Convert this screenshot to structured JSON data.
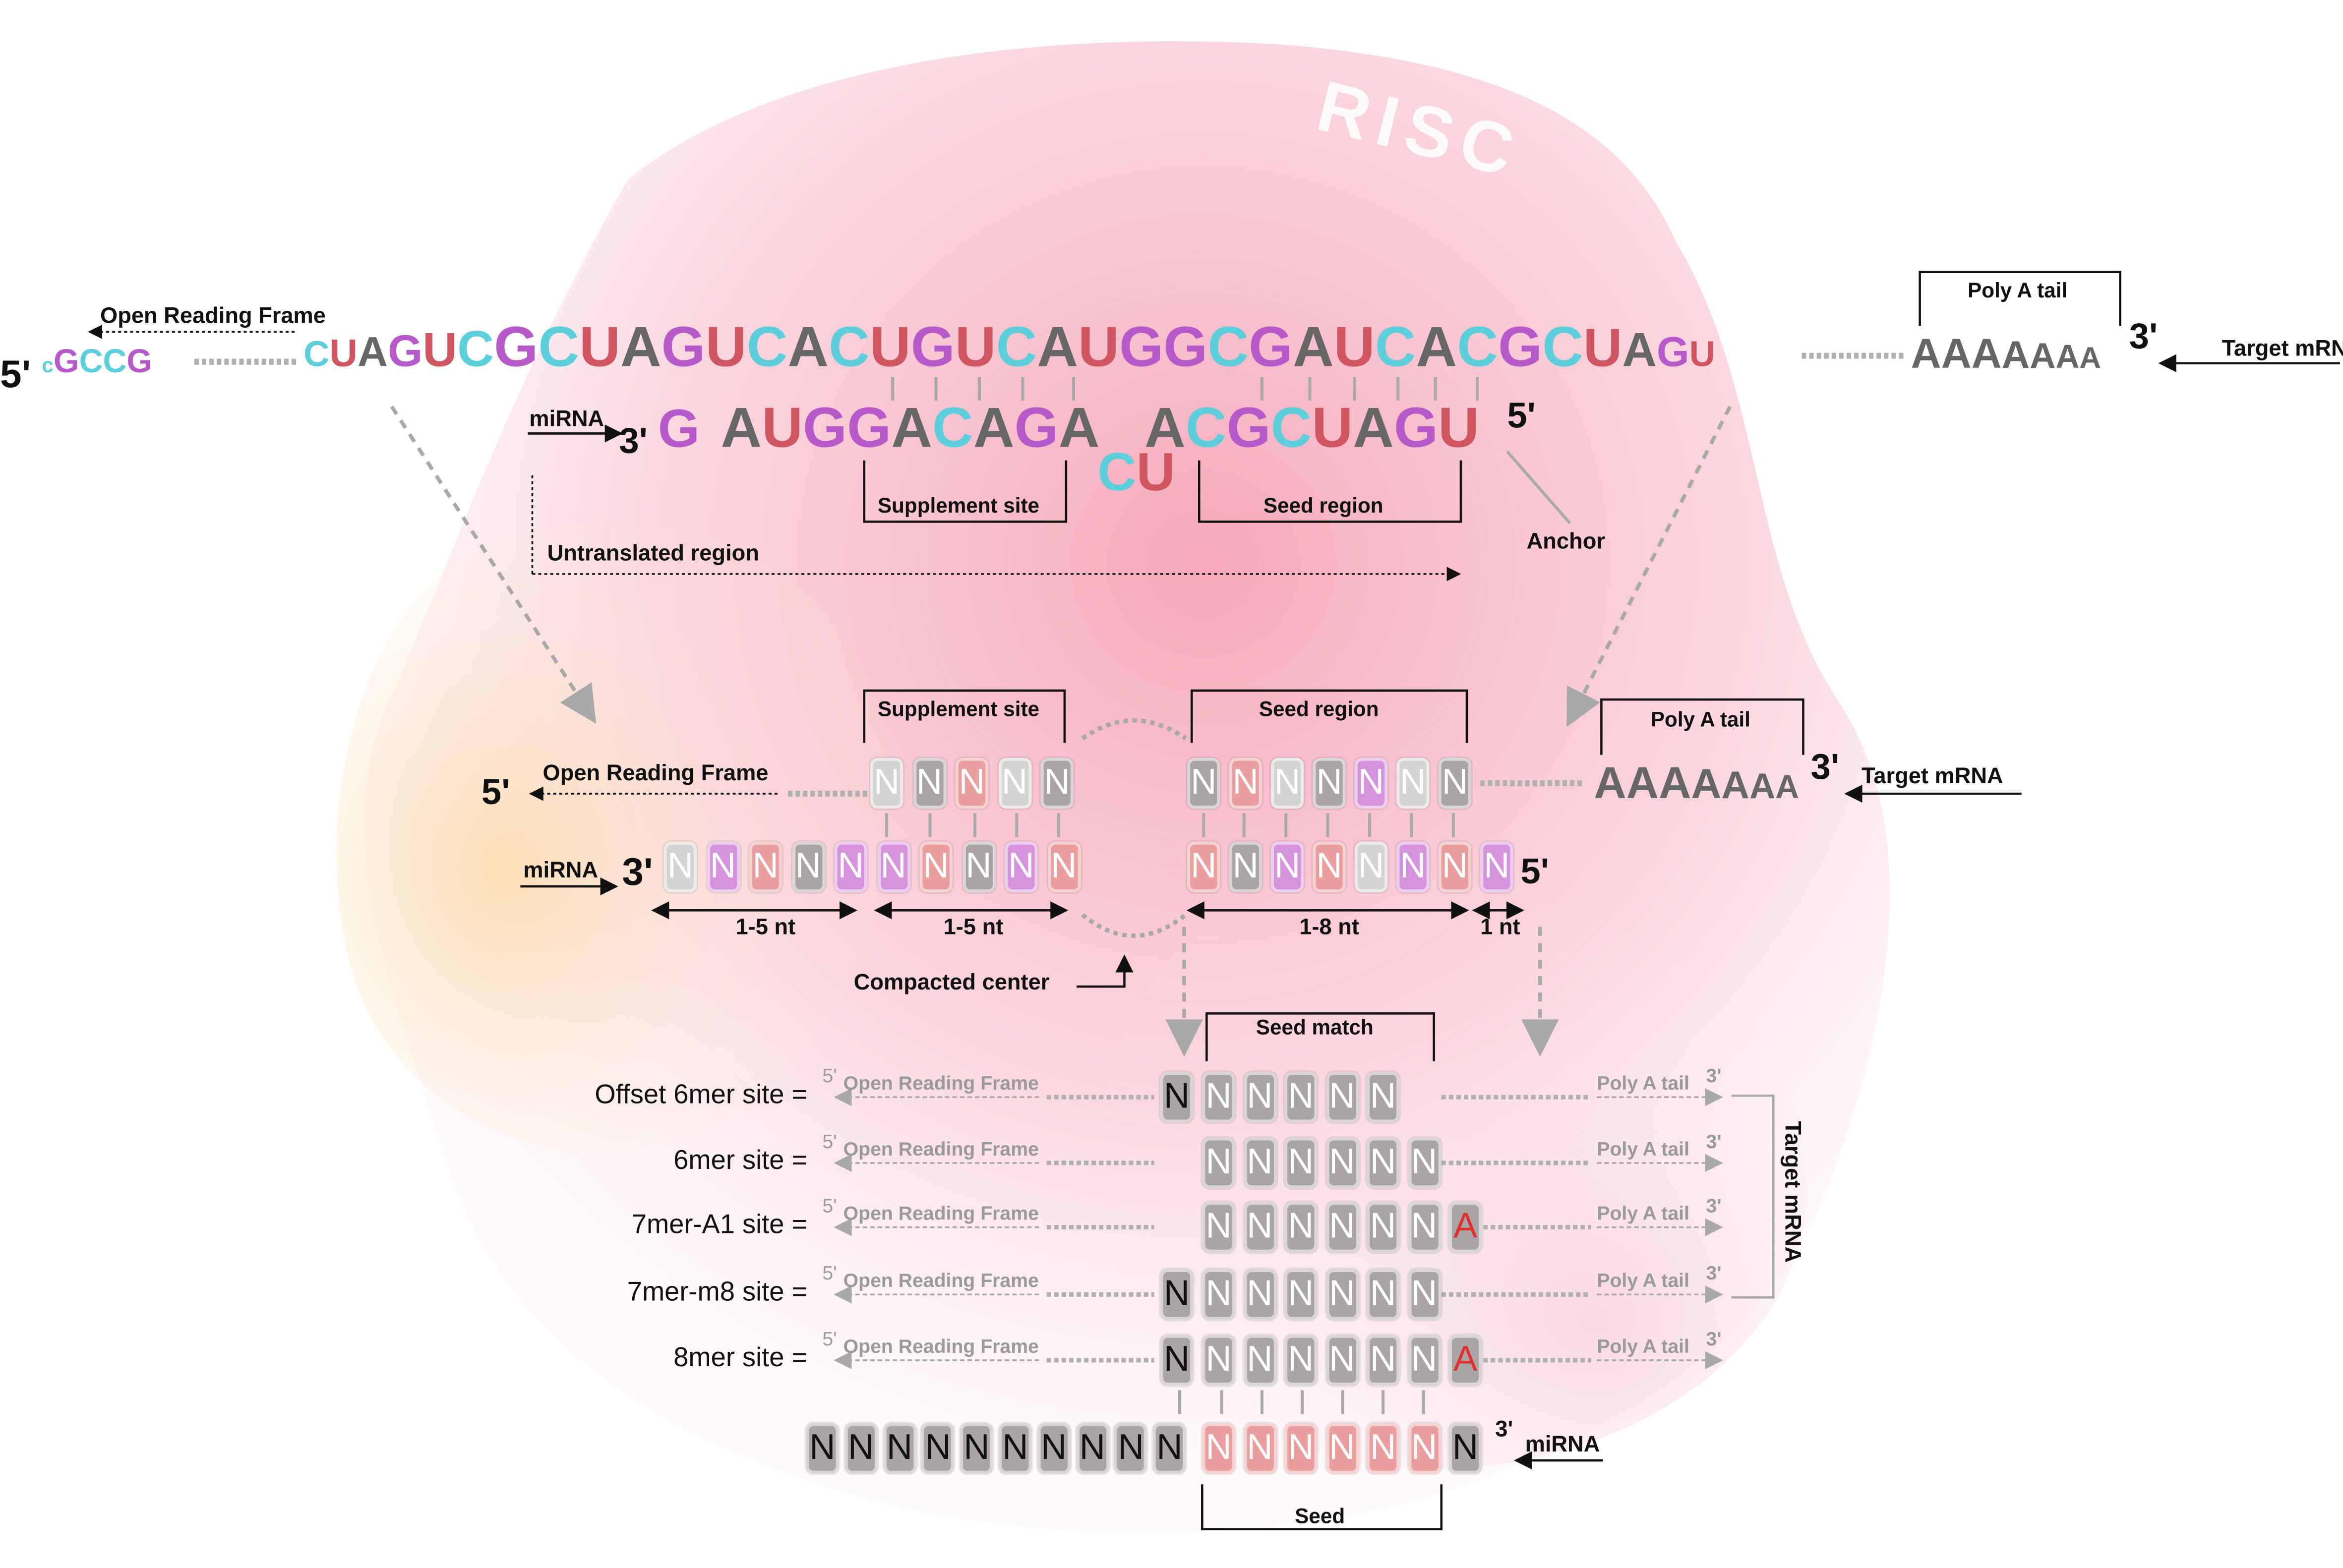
{
  "colors": {
    "A": "#666666",
    "C": "#5ccedc",
    "G": "#b55ac8",
    "U": "#cf5560",
    "blob_pink": "#f6a8b8",
    "blob_yellow": "#fad9a4",
    "box_gray": "#a9a5a7",
    "box_pink": "#eb9e9e",
    "box_purple": "#d493dc",
    "box_light": "#d6d3d3",
    "red_A": "#e03030"
  },
  "top": {
    "risc": "RISC",
    "five_prime": "5'",
    "three_prime": "3'",
    "orf_label": "Open Reading Frame",
    "target_mrna": "Target mRNA",
    "poly_a_tail": "Poly A tail",
    "mrna_left": "cGCCG",
    "mrna_main": "CUAGUCGCUAGUCACUGUCAUGGCGAUCACGCUAGU",
    "poly_a": "AAAAAAA",
    "mirna_label": "miRNA",
    "mirna_3p": "3'",
    "mirna_5p": "5'",
    "mirna_left": "G",
    "mirna_mid": "AUGGACAGA",
    "mirna_bulge": "CU",
    "mirna_right": "ACGCUAGU",
    "supplement_site": "Supplement site",
    "seed_region": "Seed region",
    "anchor": "Anchor",
    "utr": "Untranslated region"
  },
  "middle": {
    "supplement_site": "Supplement site",
    "seed_region": "Seed region",
    "poly_a_tail": "Poly A tail",
    "orf_label": "Open Reading Frame",
    "five_prime_left": "5'",
    "three_prime_right": "3'",
    "poly_a": "AAAAAAA",
    "target_mrna": "Target mRNA",
    "mirna_label": "miRNA",
    "mirna_3p": "3'",
    "mirna_5p": "5'",
    "nt_1_5_a": "1-5 nt",
    "nt_1_5_b": "1-5 nt",
    "nt_1_8": "1-8 nt",
    "nt_1": "1 nt",
    "compacted_center": "Compacted center",
    "box_letter": "N"
  },
  "bottom": {
    "seed_match": "Seed match",
    "orf_label": "Open Reading Frame",
    "poly_a_tail": "Poly A tail",
    "five_prime": "5'",
    "three_prime": "3'",
    "target_mrna": "Target mRNA",
    "sites": [
      {
        "name": "Offset 6mer site =",
        "extra": "N",
        "end": ""
      },
      {
        "name": "6mer site =",
        "extra": "",
        "end": ""
      },
      {
        "name": "7mer-A1 site =",
        "extra": "",
        "end": "A"
      },
      {
        "name": "7mer-m8 site =",
        "extra": "N",
        "end": ""
      },
      {
        "name": "8mer site =",
        "extra": "N",
        "end": "A"
      }
    ],
    "mirna_3p": "3'",
    "mirna_label": "miRNA",
    "seed": "Seed"
  }
}
